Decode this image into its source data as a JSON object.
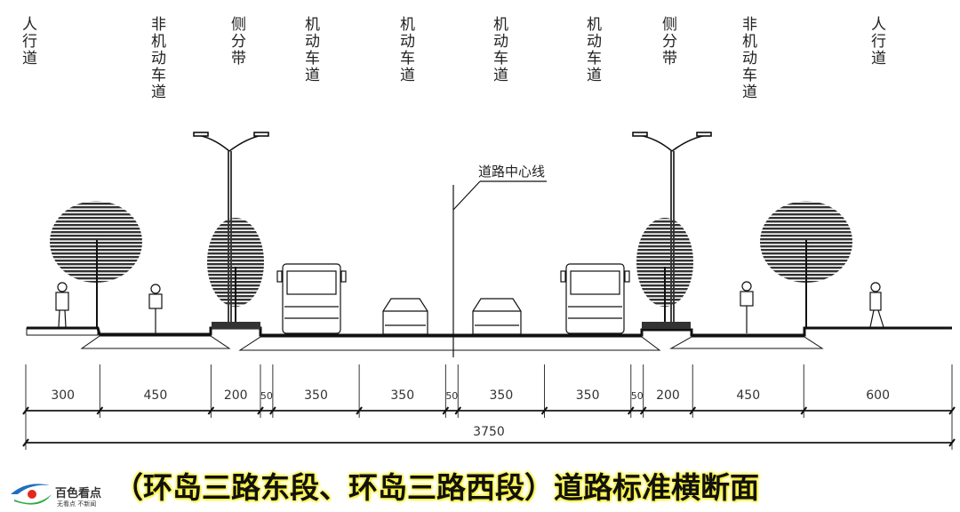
{
  "lane_labels": [
    "人行道",
    "非机动车道",
    "侧分带",
    "机动车道",
    "机动车道",
    "机动车道",
    "机动车道",
    "侧分带",
    "非机动车道",
    "人行道"
  ],
  "centerline_label": "道路中心线",
  "dimensions": {
    "segments": [
      300,
      450,
      200,
      50,
      350,
      350,
      50,
      350,
      350,
      50,
      200,
      450,
      600
    ],
    "total": 3750
  },
  "title": "（环岛三路东段、环岛三路西段）道路标准横断面",
  "logo": {
    "name": "百色看点",
    "slogan": "无看点 不新闻",
    "colors": {
      "blue": "#1e6fc0",
      "red": "#e02a20",
      "green": "#2fa84a"
    }
  }
}
